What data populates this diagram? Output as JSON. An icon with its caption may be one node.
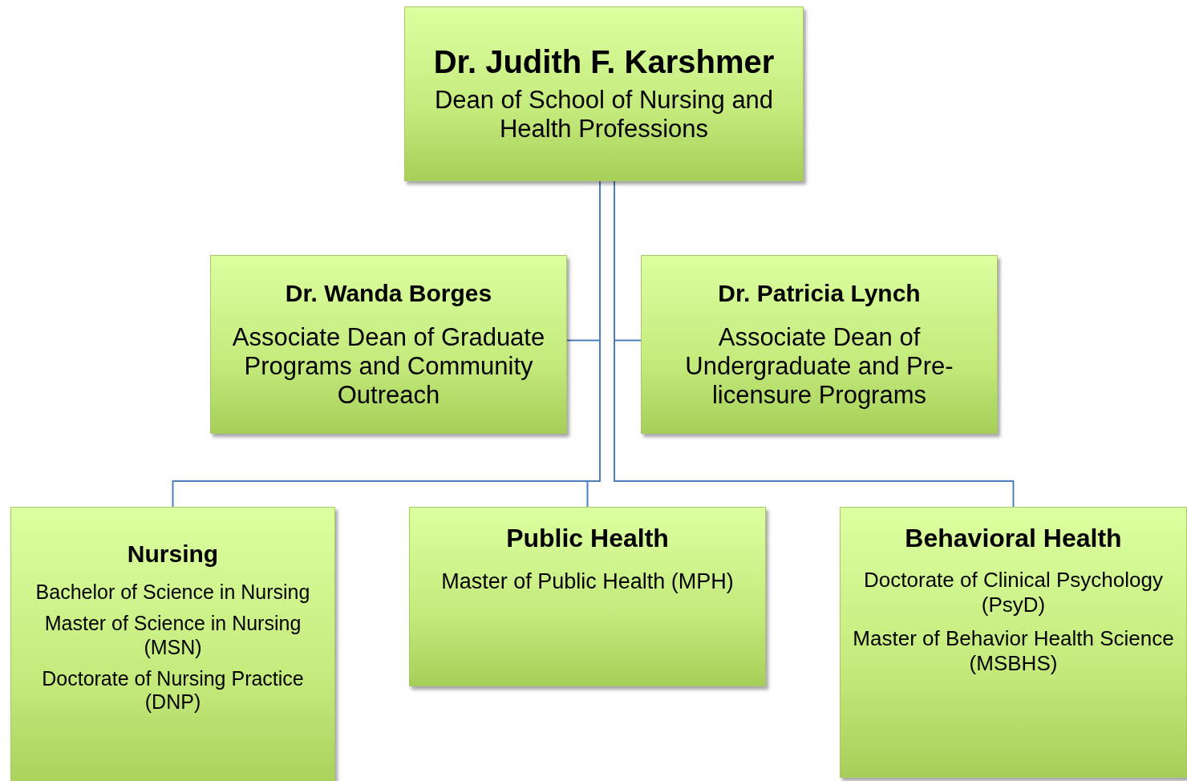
{
  "diagram": {
    "nodes": [
      {
        "text": [
          "Dr. Judith F. Karshmer",
          "Dean of School of Nursing and Health Professions"
        ]
      },
      {
        "text": [
          "Dr. Wanda Borges",
          "Associate Dean of Graduate Programs and Community Outreach"
        ]
      },
      {
        "text": [
          "Dr. Patricia Lynch",
          "Associate Dean of Undergraduate and Pre-licensure Programs"
        ]
      },
      {
        "text": [
          "Nursing",
          "Bachelor of Science in Nursing",
          "Master of Science in Nursing (MSN)",
          "Doctorate of Nursing Practice (DNP)"
        ]
      },
      {
        "text": [
          "Public Health",
          "Master of Public Health (MPH)"
        ]
      },
      {
        "text": [
          "Behavioral Health",
          "Doctorate of Clinical Psychology (PsyD)",
          "Master of Behavior Health Science (MSBHS)"
        ]
      }
    ],
    "edges": [
      {
        "from": 0,
        "to": 1,
        "arrow": "none"
      },
      {
        "from": 0,
        "to": 2,
        "arrow": "none"
      },
      {
        "from": 0,
        "to": 3,
        "arrow": "none"
      },
      {
        "from": 0,
        "to": 4,
        "arrow": "none"
      },
      {
        "from": 0,
        "to": 5,
        "arrow": "none"
      }
    ]
  }
}
